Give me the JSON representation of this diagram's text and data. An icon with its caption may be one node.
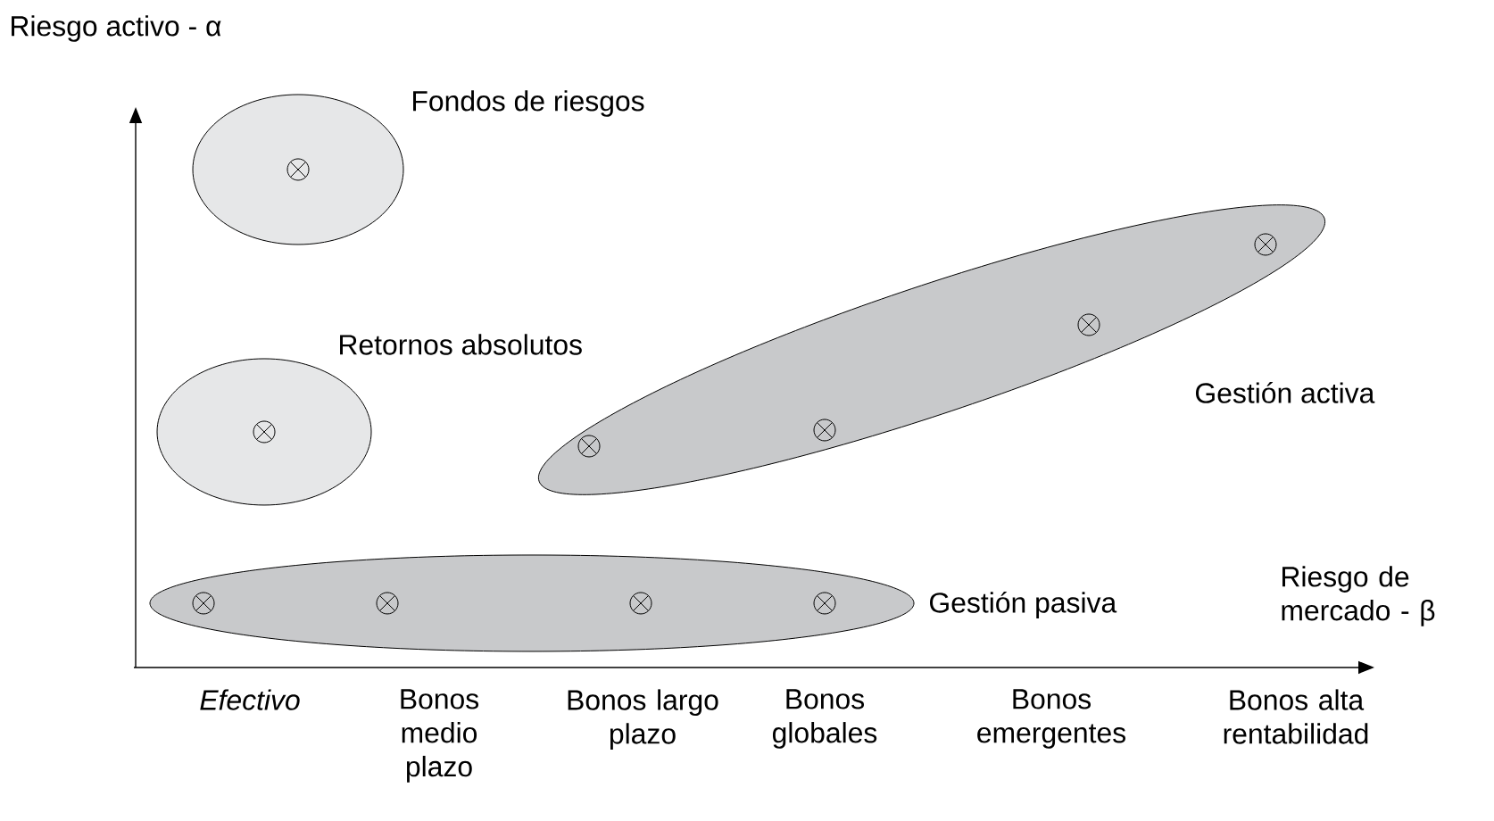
{
  "diagram": {
    "nodes": [
      {
        "text": [
          "Fondos de riesgos"
        ]
      },
      {
        "text": [
          "Retornos absolutos"
        ]
      },
      {
        "text": [
          "Gestión activa"
        ]
      },
      {
        "text": [
          "Gestión pasiva"
        ]
      }
    ],
    "labels": [
      "Riesgo activo - α",
      "Riesgo de mercado - β",
      "Efectivo",
      "Bonos medio plazo",
      "Bonos largo plazo",
      "Bonos globales",
      "Bonos emergentes",
      "Bonos alta rentabilidad"
    ]
  }
}
